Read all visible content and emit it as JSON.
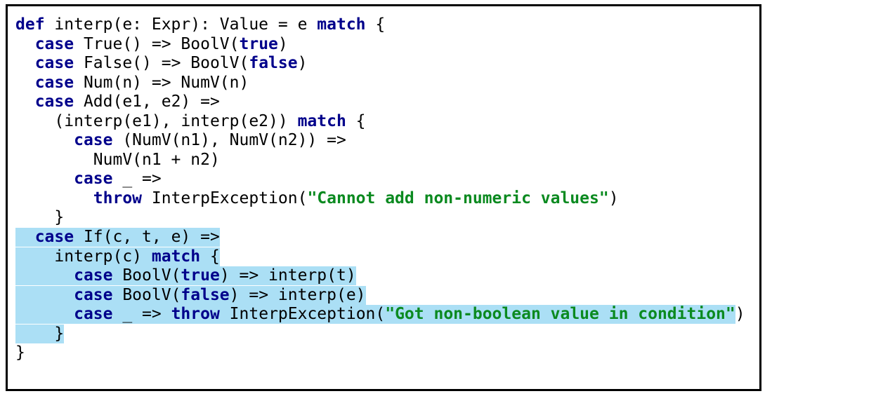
{
  "code_block": {
    "language": "scala",
    "colors": {
      "keyword": "#00008b",
      "string": "#0b8a20",
      "plain": "#000000",
      "selection": "#abdff5",
      "border": "#000000",
      "background": "#ffffff"
    },
    "lines": [
      {
        "sel": [],
        "rest": [
          {
            "t": "def",
            "c": "kw"
          },
          {
            "t": " interp(e: Expr): Value = e ",
            "c": "pl"
          },
          {
            "t": "match",
            "c": "kw"
          },
          {
            "t": " {",
            "c": "pl"
          }
        ]
      },
      {
        "sel": [],
        "rest": [
          {
            "t": "  ",
            "c": "pl"
          },
          {
            "t": "case",
            "c": "kw"
          },
          {
            "t": " True() => BoolV(",
            "c": "pl"
          },
          {
            "t": "true",
            "c": "kw"
          },
          {
            "t": ")",
            "c": "pl"
          }
        ]
      },
      {
        "sel": [],
        "rest": [
          {
            "t": "  ",
            "c": "pl"
          },
          {
            "t": "case",
            "c": "kw"
          },
          {
            "t": " False() => BoolV(",
            "c": "pl"
          },
          {
            "t": "false",
            "c": "kw"
          },
          {
            "t": ")",
            "c": "pl"
          }
        ]
      },
      {
        "sel": [],
        "rest": [
          {
            "t": "  ",
            "c": "pl"
          },
          {
            "t": "case",
            "c": "kw"
          },
          {
            "t": " Num(n) => NumV(n)",
            "c": "pl"
          }
        ]
      },
      {
        "sel": [],
        "rest": [
          {
            "t": "  ",
            "c": "pl"
          },
          {
            "t": "case",
            "c": "kw"
          },
          {
            "t": " Add(e1, e2) =>",
            "c": "pl"
          }
        ]
      },
      {
        "sel": [],
        "rest": [
          {
            "t": "    (interp(e1), interp(e2)) ",
            "c": "pl"
          },
          {
            "t": "match",
            "c": "kw"
          },
          {
            "t": " {",
            "c": "pl"
          }
        ]
      },
      {
        "sel": [],
        "rest": [
          {
            "t": "      ",
            "c": "pl"
          },
          {
            "t": "case",
            "c": "kw"
          },
          {
            "t": " (NumV(n1), NumV(n2)) =>",
            "c": "pl"
          }
        ]
      },
      {
        "sel": [],
        "rest": [
          {
            "t": "        NumV(n1 + n2)",
            "c": "pl"
          }
        ]
      },
      {
        "sel": [],
        "rest": [
          {
            "t": "      ",
            "c": "pl"
          },
          {
            "t": "case",
            "c": "kw"
          },
          {
            "t": " _ =>",
            "c": "pl"
          }
        ]
      },
      {
        "sel": [],
        "rest": [
          {
            "t": "        ",
            "c": "pl"
          },
          {
            "t": "throw",
            "c": "kw"
          },
          {
            "t": " InterpException(",
            "c": "pl"
          },
          {
            "t": "\"Cannot add non-numeric values\"",
            "c": "str"
          },
          {
            "t": ")",
            "c": "pl"
          }
        ]
      },
      {
        "sel": [],
        "rest": [
          {
            "t": "    }",
            "c": "pl"
          }
        ]
      },
      {
        "sel": [
          {
            "t": "  ",
            "c": "pl"
          },
          {
            "t": "case",
            "c": "kw"
          },
          {
            "t": " If(c, t, e) =>",
            "c": "pl"
          }
        ],
        "rest": []
      },
      {
        "sel": [
          {
            "t": "    interp(c) ",
            "c": "pl"
          },
          {
            "t": "match",
            "c": "kw"
          },
          {
            "t": " {",
            "c": "pl"
          }
        ],
        "rest": []
      },
      {
        "sel": [
          {
            "t": "      ",
            "c": "pl"
          },
          {
            "t": "case",
            "c": "kw"
          },
          {
            "t": " BoolV(",
            "c": "pl"
          },
          {
            "t": "true",
            "c": "kw"
          },
          {
            "t": ") => interp(t)",
            "c": "pl"
          }
        ],
        "rest": []
      },
      {
        "sel": [
          {
            "t": "      ",
            "c": "pl"
          },
          {
            "t": "case",
            "c": "kw"
          },
          {
            "t": " BoolV(",
            "c": "pl"
          },
          {
            "t": "false",
            "c": "kw"
          },
          {
            "t": ") => interp(e)",
            "c": "pl"
          }
        ],
        "rest": []
      },
      {
        "sel": [
          {
            "t": "      ",
            "c": "pl"
          },
          {
            "t": "case",
            "c": "kw"
          },
          {
            "t": " _ => ",
            "c": "pl"
          },
          {
            "t": "throw",
            "c": "kw"
          },
          {
            "t": " InterpException(",
            "c": "pl"
          },
          {
            "t": "\"Got non-boolean value in condition\"",
            "c": "str"
          }
        ],
        "rest": [
          {
            "t": ")",
            "c": "pl"
          }
        ]
      },
      {
        "sel": [
          {
            "t": "    }",
            "c": "pl"
          }
        ],
        "rest": []
      },
      {
        "sel": [],
        "rest": [
          {
            "t": "}",
            "c": "pl"
          }
        ]
      }
    ]
  }
}
